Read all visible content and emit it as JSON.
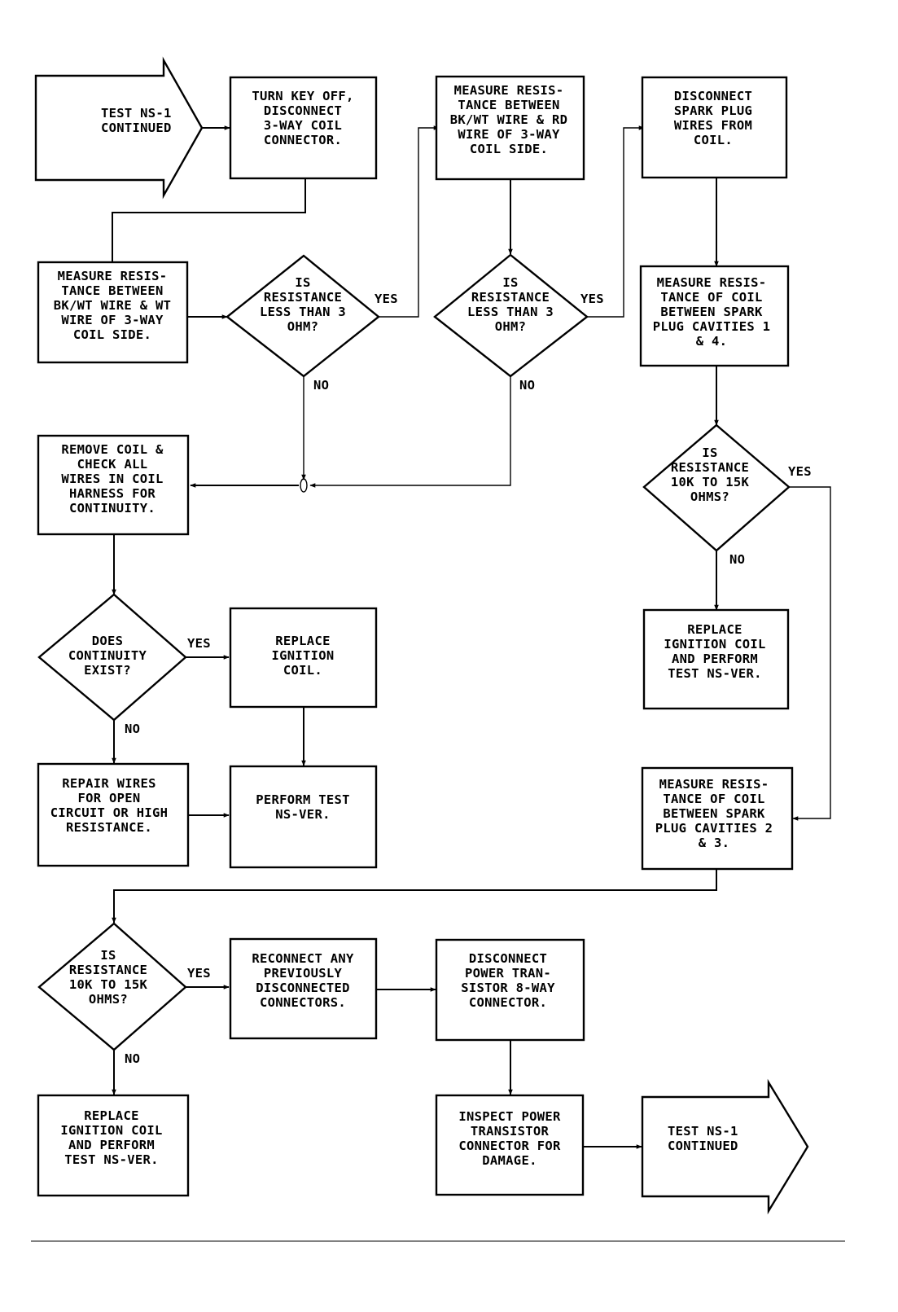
{
  "nodes": {
    "start": [
      "TEST NS-1",
      "CONTINUED"
    ],
    "turn_key_off": [
      "TURN KEY OFF,",
      "DISCONNECT",
      "3-WAY COIL",
      "CONNECTOR."
    ],
    "measure_wt": [
      "MEASURE RESIS-",
      "TANCE BETWEEN",
      "BK/WT WIRE & WT",
      "WIRE OF 3-WAY",
      "COIL SIDE."
    ],
    "decision_wt": [
      "IS",
      "RESISTANCE",
      "LESS THAN 3",
      "OHM?"
    ],
    "measure_rd": [
      "MEASURE RESIS-",
      "TANCE BETWEEN",
      "BK/WT WIRE & RD",
      "WIRE OF 3-WAY",
      "COIL SIDE."
    ],
    "decision_rd": [
      "IS",
      "RESISTANCE",
      "LESS THAN 3",
      "OHM?"
    ],
    "disconnect_plug_wires": [
      "DISCONNECT",
      "SPARK PLUG",
      "WIRES FROM",
      "COIL."
    ],
    "measure_cav_1_4": [
      "MEASURE RESIS-",
      "TANCE OF COIL",
      "BETWEEN SPARK",
      "PLUG CAVITIES 1",
      "& 4."
    ],
    "decision_1_4": [
      "IS",
      "RESISTANCE",
      "10K TO 15K",
      "OHMS?"
    ],
    "replace_coil_right": [
      "REPLACE",
      "IGNITION COIL",
      "AND PERFORM",
      "TEST NS-VER."
    ],
    "remove_coil": [
      "REMOVE COIL &",
      "CHECK ALL",
      "WIRES IN COIL",
      "HARNESS FOR",
      "CONTINUITY."
    ],
    "decision_continuity": [
      "DOES",
      "CONTINUITY",
      "EXIST?"
    ],
    "replace_coil_mid": [
      "REPLACE",
      "IGNITION",
      "COIL."
    ],
    "repair_wires": [
      "REPAIR WIRES",
      "FOR OPEN",
      "CIRCUIT OR HIGH",
      "RESISTANCE."
    ],
    "perform_test": [
      "PERFORM TEST",
      "NS-VER."
    ],
    "measure_cav_2_3": [
      "MEASURE RESIS-",
      "TANCE OF COIL",
      "BETWEEN SPARK",
      "PLUG CAVITIES 2",
      "& 3."
    ],
    "decision_2_3": [
      "IS",
      "RESISTANCE",
      "10K TO 15K",
      "OHMS?"
    ],
    "reconnect": [
      "RECONNECT ANY",
      "PREVIOUSLY",
      "DISCONNECTED",
      "CONNECTORS."
    ],
    "disconnect_transistor": [
      "DISCONNECT",
      "POWER TRAN-",
      "SISTOR 8-WAY",
      "CONNECTOR."
    ],
    "replace_coil_bottom": [
      "REPLACE",
      "IGNITION COIL",
      "AND PERFORM",
      "TEST NS-VER."
    ],
    "inspect_transistor": [
      "INSPECT POWER",
      "TRANSISTOR",
      "CONNECTOR FOR",
      "DAMAGE."
    ],
    "end": [
      "TEST NS-1",
      "CONTINUED"
    ]
  },
  "edge_labels": {
    "yes": "YES",
    "no": "NO"
  }
}
